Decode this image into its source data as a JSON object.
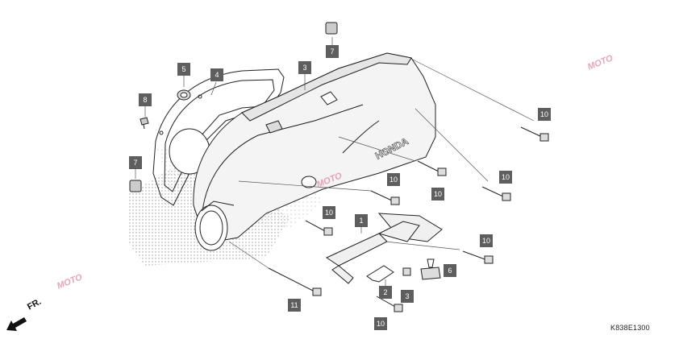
{
  "diagram_code": "K838E1300",
  "direction_label": "FR.",
  "watermark_text": "MOTO",
  "callouts": [
    {
      "id": "c7-top",
      "label": "7"
    },
    {
      "id": "c3",
      "label": "3"
    },
    {
      "id": "c5",
      "label": "5"
    },
    {
      "id": "c4",
      "label": "4"
    },
    {
      "id": "c8",
      "label": "8"
    },
    {
      "id": "c7-left",
      "label": "7"
    },
    {
      "id": "c10-a",
      "label": "10"
    },
    {
      "id": "c10-b",
      "label": "10"
    },
    {
      "id": "c10-c",
      "label": "10"
    },
    {
      "id": "c10-d",
      "label": "10"
    },
    {
      "id": "c10-e",
      "label": "10"
    },
    {
      "id": "c10-f",
      "label": "10"
    },
    {
      "id": "c10-g",
      "label": "10"
    },
    {
      "id": "c1",
      "label": "1"
    },
    {
      "id": "c6",
      "label": "6"
    },
    {
      "id": "c2",
      "label": "2"
    },
    {
      "id": "c3-low",
      "label": "3"
    },
    {
      "id": "c11",
      "label": "11"
    }
  ],
  "colors": {
    "callout_bg": "#5e5e5e",
    "line": "#222222",
    "watermark": "#d98aa8"
  }
}
